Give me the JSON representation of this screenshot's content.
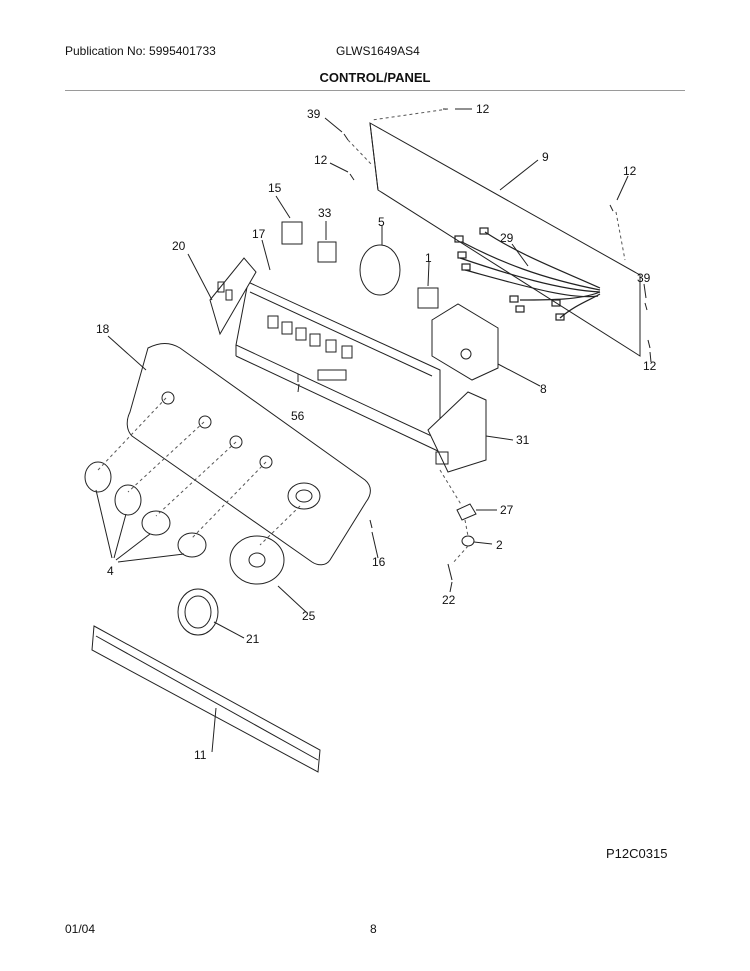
{
  "header": {
    "publication": "Publication No: 5995401733",
    "model": "GLWS1649AS4",
    "section_title": "CONTROL/PANEL"
  },
  "parts": {
    "p39a": "39",
    "p12a": "12",
    "p9": "9",
    "p12b": "12",
    "p12c": "12",
    "p15": "15",
    "p33": "33",
    "p5": "5",
    "p17": "17",
    "p20": "20",
    "p29": "29",
    "p1": "1",
    "p39b": "39",
    "p12d": "12",
    "p18": "18",
    "p8": "8",
    "p56": "56",
    "p31": "31",
    "p27": "27",
    "p2": "2",
    "p16": "16",
    "p4": "4",
    "p22": "22",
    "p25": "25",
    "p21": "21",
    "p11": "11"
  },
  "diagram_code": "P12C0315",
  "footer": {
    "date": "01/04",
    "page": "8"
  }
}
